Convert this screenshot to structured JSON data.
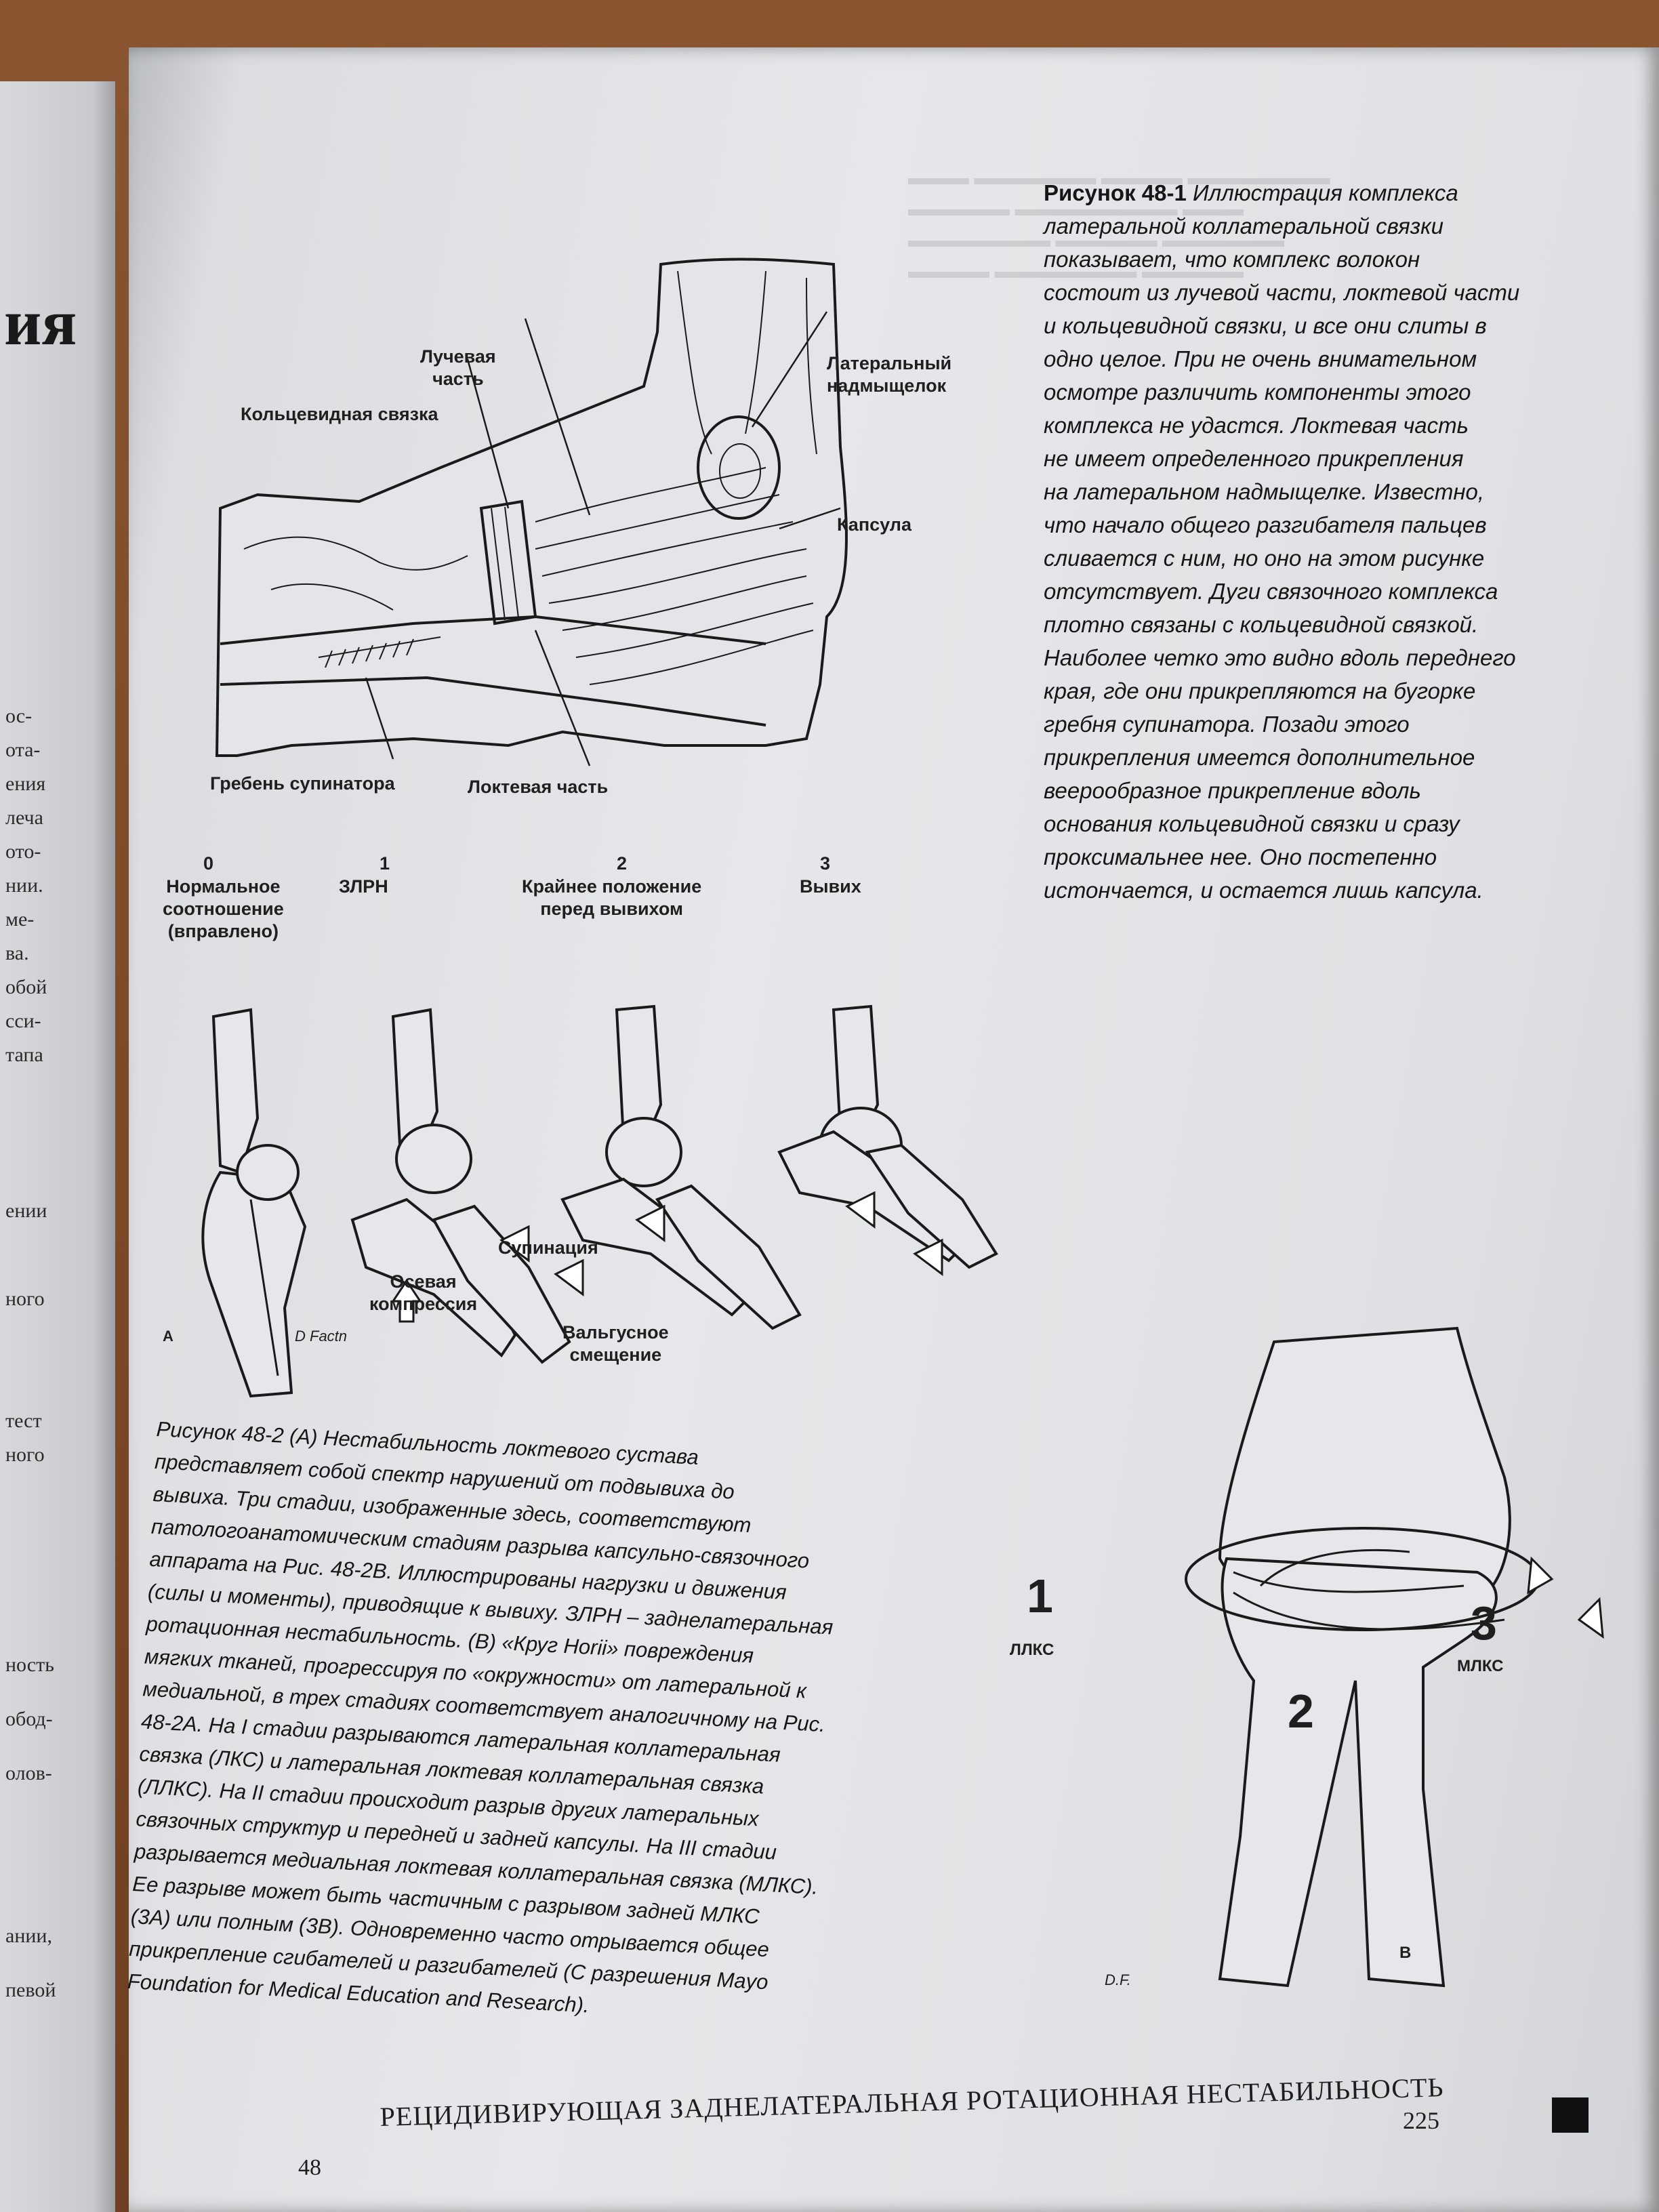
{
  "left_page": {
    "heading_fragment": "ия",
    "fragments": [
      "ос-",
      "ота-",
      "ения",
      "леча",
      "ото-",
      "нии.",
      "ме-",
      "ва.",
      "обой",
      "сси-",
      "тапа",
      "ении",
      "ного",
      "тест",
      "ного",
      "ность",
      "обод-",
      "олов-",
      "ании,",
      "певой"
    ]
  },
  "figure_48_1": {
    "labels": {
      "radial_part": "Лучевая\nчасть",
      "lateral_epicondyle": "Латеральный\nнадмыщелок",
      "annular_ligament": "Кольцевидная связка",
      "capsule": "Капсула",
      "supinator_crest": "Гребень супинатора",
      "ulnar_part": "Локтевая часть"
    },
    "caption_title": "Рисунок 48-1",
    "caption_lines": [
      " Иллюстрация комплекса",
      "латеральной коллатеральной связки",
      "показывает, что комплекс волокон",
      "состоит из лучевой части, локтевой части",
      "и кольцевидной связки, и все они слиты в",
      "одно целое. При не очень внимательном",
      "осмотре различить компоненты этого",
      "комплекса не удастся. Локтевая часть",
      "не имеет определенного прикрепления",
      "на латеральном надмыщелке. Известно,",
      "что начало общего разгибателя пальцев",
      "сливается с ним, но оно на этом рисунке",
      "отсутствует. Дуги связочного комплекса",
      "плотно связаны с кольцевидной связкой.",
      "Наиболее четко это видно вдоль переднего",
      "края, где они прикрепляются на бугорке",
      "гребня супинатора. Позади этого",
      "прикрепления имеется дополнительное",
      "веерообразное прикрепление вдоль",
      "основания кольцевидной связки и сразу",
      "проксимальнее нее. Оно постепенно",
      "истончается, и остается лишь капсула."
    ]
  },
  "figure_48_2A": {
    "stages": [
      {
        "num": "0",
        "label": "Нормальное\nсоотношение\n(вправлено)"
      },
      {
        "num": "1",
        "label": "ЗЛРН"
      },
      {
        "num": "2",
        "label": "Крайнее положение\nперед вывихом"
      },
      {
        "num": "3",
        "label": "Вывих"
      }
    ],
    "annotations": {
      "supination": "Супинация",
      "axial_compression": "Осевая\nкомпрессия",
      "valgus": "Вальгусное\nсмещение",
      "panel_letter": "A",
      "signature": "D Factn"
    }
  },
  "figure_48_2B": {
    "labels": {
      "n1": "1",
      "l1": "ЛЛКС",
      "n2": "2",
      "n3": "3",
      "l3": "МЛКС",
      "panel_letter": "B",
      "signature": "D.F."
    }
  },
  "caption_48_2": {
    "lines": [
      "Рисунок 48-2 (A) Нестабильность локтевого сустава",
      "представляет собой спектр нарушений от подвывиха до",
      "вывиха. Три стадии, изображенные здесь, соответствуют",
      "патологоанатомическим стадиям разрыва капсульно-связочного",
      "аппарата на Рис. 48-2B. Иллюстрированы нагрузки и движения",
      "(силы и моменты), приводящие к вывиху. ЗЛРН – заднелатеральная",
      "ротационная нестабильность. (B) «Круг Horii» повреждения",
      "мягких тканей, прогрессируя по «окружности» от латеральной к",
      "медиальной, в трех стадиях соответствует аналогичному на Рис.",
      "48-2A. На I стадии разрываются латеральная коллатеральная",
      "связка (ЛКС) и латеральная локтевая коллатеральная связка",
      "(ЛЛКС). На II стадии происходит разрыв других латеральных",
      "связочных структур и передней и задней капсулы. На III стадии",
      "разрывается медиальная локтевая коллатеральная связка (МЛКС).",
      "Ее разрыве может быть частичным с разрывом задней МЛКС",
      "(3A) или полным (3B). Одновременно часто отрывается общее",
      "прикрепление сгибателей и разгибателей (С разрешения Mayo",
      "Foundation for Medical Education and Research)."
    ]
  },
  "footer": {
    "page_left": "48",
    "running_title": "РЕЦИДИВИРУЮЩАЯ ЗАДНЕЛАТЕРАЛЬНАЯ РОТАЦИОННАЯ НЕСТАБИЛЬНОСТЬ",
    "page_number": "225"
  }
}
